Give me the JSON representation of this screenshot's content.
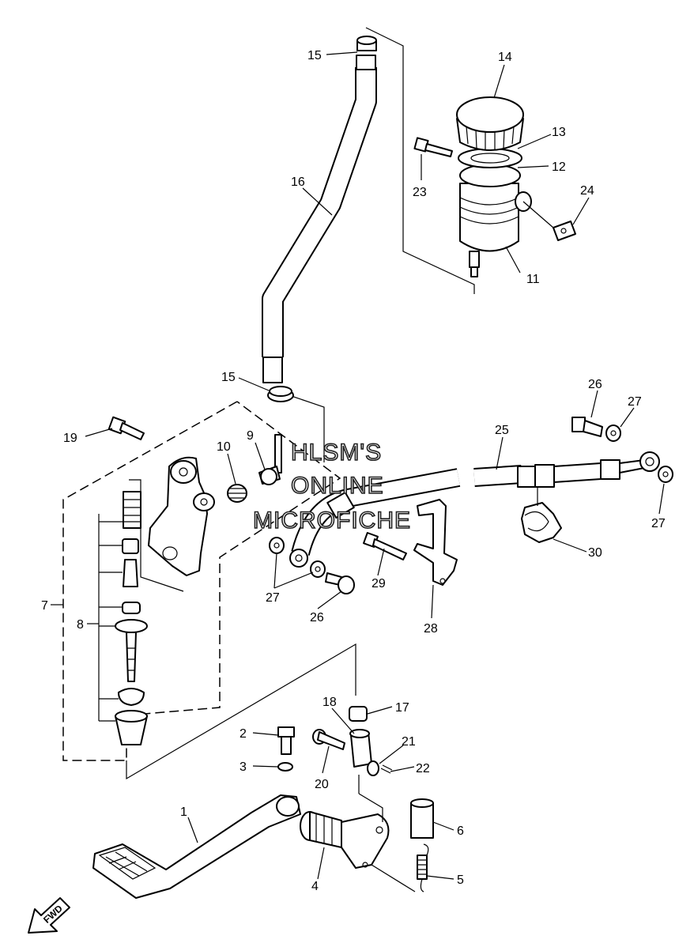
{
  "watermark": {
    "line1": "HLSM'S",
    "line2": "ONLINE",
    "line3": "MICROFICHE"
  },
  "fwd_label": "FWD",
  "callouts": [
    {
      "part": "brake-pedal",
      "num": "1"
    },
    {
      "part": "bolt",
      "num": "2"
    },
    {
      "part": "washer",
      "num": "3"
    },
    {
      "part": "shaft",
      "num": "4"
    },
    {
      "part": "spring",
      "num": "5"
    },
    {
      "part": "collar",
      "num": "6"
    },
    {
      "part": "master-cylinder-kit",
      "num": "7"
    },
    {
      "part": "repair-kit",
      "num": "8"
    },
    {
      "part": "hose-joint",
      "num": "9"
    },
    {
      "part": "grommet",
      "num": "10"
    },
    {
      "part": "reservoir-tank",
      "num": "11"
    },
    {
      "part": "diaphragm",
      "num": "12"
    },
    {
      "part": "diaphragm-plate",
      "num": "13"
    },
    {
      "part": "reservoir-cap",
      "num": "14"
    },
    {
      "part": "hose-clip-top",
      "num": "15"
    },
    {
      "part": "hose-clip-bottom",
      "num": "15"
    },
    {
      "part": "reservoir-hose",
      "num": "16"
    },
    {
      "part": "nut",
      "num": "17"
    },
    {
      "part": "clevis-joint",
      "num": "18"
    },
    {
      "part": "master-cylinder-bolt",
      "num": "19"
    },
    {
      "part": "pin",
      "num": "20"
    },
    {
      "part": "plain-washer",
      "num": "21"
    },
    {
      "part": "cotter-pin",
      "num": "22"
    },
    {
      "part": "reservoir-bolt",
      "num": "23"
    },
    {
      "part": "reservoir-bracket",
      "num": "24"
    },
    {
      "part": "brake-hose",
      "num": "25"
    },
    {
      "part": "union-bolt-right",
      "num": "26"
    },
    {
      "part": "union-bolt-left",
      "num": "26"
    },
    {
      "part": "gasket-left",
      "num": "27"
    },
    {
      "part": "gasket-right-top",
      "num": "27"
    },
    {
      "part": "gasket-right-bottom",
      "num": "27"
    },
    {
      "part": "hose-bracket",
      "num": "28"
    },
    {
      "part": "bracket-bolt",
      "num": "29"
    },
    {
      "part": "hose-holder",
      "num": "30"
    }
  ]
}
